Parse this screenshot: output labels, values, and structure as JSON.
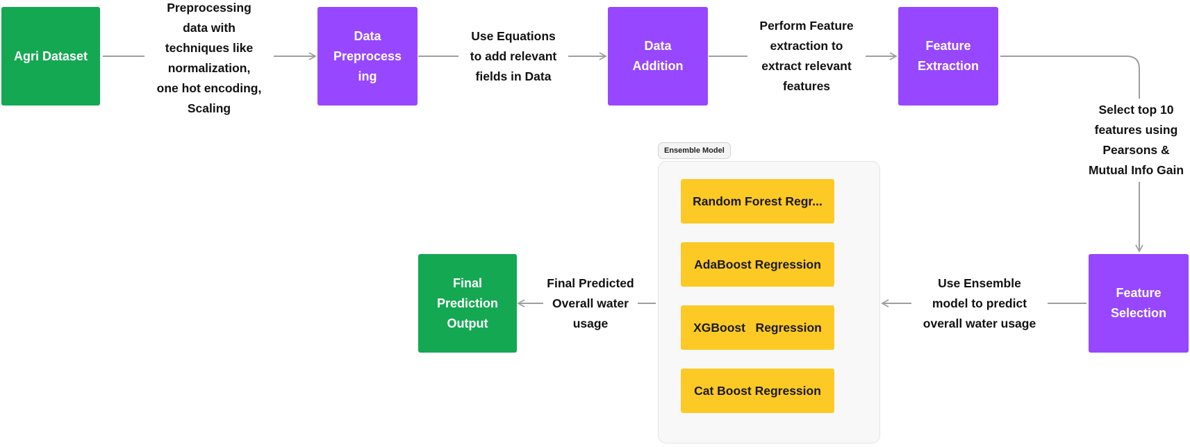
{
  "colors": {
    "green": "#14a852",
    "purple": "#9747ff",
    "yellow": "#fdc925",
    "connector": "#9e9e9e"
  },
  "nodes": {
    "agri_dataset": "Agri Dataset",
    "data_preprocessing": "Data\nPreprocess\ning",
    "data_addition": "Data\nAddition",
    "feature_extraction": "Feature\nExtraction",
    "feature_selection": "Feature\nSelection",
    "final_output": "Final\nPrediction\nOutput"
  },
  "edge_labels": {
    "preprocessing": "Preprocessing\ndata with\ntechniques like\nnormalization,\none hot encoding,\nScaling",
    "equations": "Use Equations\nto add relevant\nfields in Data",
    "feature_extraction": "Perform Feature\nextraction to\nextract relevant\nfeatures",
    "feature_selection": "Select top 10\nfeatures using\nPearsons &\nMutual Info Gain",
    "ensemble": "Use Ensemble\nmodel to predict\noverall water usage",
    "final": "Final Predicted\nOverall water\nusage"
  },
  "ensemble": {
    "title": "Ensemble Model",
    "models": [
      "Random Forest Regr...",
      "AdaBoost Regression",
      "XGBoost   Regression",
      "Cat Boost Regression"
    ]
  }
}
